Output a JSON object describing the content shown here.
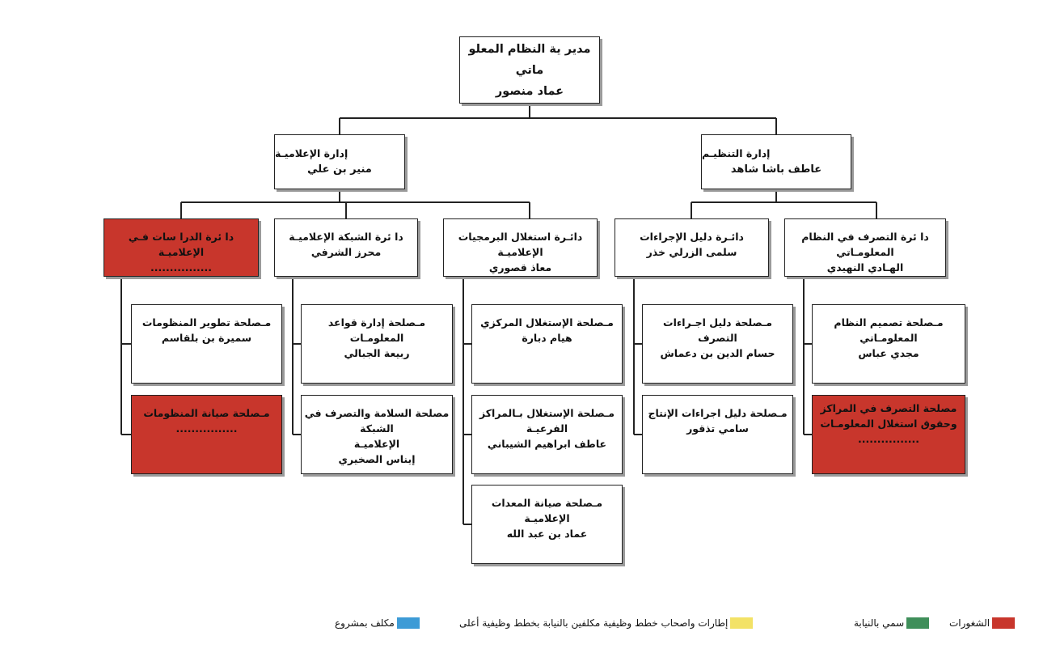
{
  "root": {
    "title": "مدير ية النظام المعلو ماتي",
    "name": "عماد منصور"
  },
  "branches": {
    "organization": {
      "title": "إدارة التنظيـم",
      "name": "عاطف باشا شاهد"
    },
    "media": {
      "title": "إدارة الإعلاميـة",
      "name": "منير بن علي"
    }
  },
  "departments": {
    "system_conduct": {
      "title": "دا ئرة التصرف في النظام المعلومـاتي",
      "name": "الهـادي النهيدي"
    },
    "procedures_guide": {
      "title": "دائـرة دليل الإجراءات",
      "name": "سلمى الزرلي خذر"
    },
    "software": {
      "title": "دائـرة استغلال البرمجيات الإعلاميـة",
      "name": "معاذ قصوري"
    },
    "network": {
      "title": "دا ئرة الشبكة الإعلاميـة",
      "name": "محرز الشرفي"
    },
    "studies": {
      "title": "دا ئرة الدرا سات فـي الإعلاميـة",
      "name": "................"
    }
  },
  "services": {
    "system_design": {
      "title": "مـصلحة تصميم النظام المعلومـاتي",
      "name": "مجدي عباس"
    },
    "centers_conduct": {
      "title": "مصلحة التصرف في المراكز",
      "line2": "وحقوق استغلال المعلومـات",
      "name": "................"
    },
    "procedures_conduct": {
      "title": "مـصلحة دليل اجـراءات التصرف",
      "name": "حسام الدين بن دعماش"
    },
    "production_procedures": {
      "title": "مـصلحة دليل اجراءات الإنتاج",
      "name": "سامي تذقور"
    },
    "central_exploitation": {
      "title": "مـصلحة الإستغلال المركزي",
      "name": "هيام دبارة"
    },
    "branch_exploitation": {
      "title": "مـصلحة الإستغلال بـالمراكز الفرعيـة",
      "name": "عاطف ابراهيم الشيباني"
    },
    "equipment_maintenance": {
      "title": "مـصلحة صيانة المعدات الإعلاميـة",
      "name": "عماد بن عبد الله"
    },
    "databases": {
      "title": "مـصلحة إدارة قواعد المعلومـات",
      "name": "ربيعة الجبالي"
    },
    "network_security": {
      "title": "مصلحة السلامة والتصرف في الشبكة",
      "line2": "الإعلاميـة",
      "name": "إيناس الصخيري"
    },
    "systems_dev": {
      "title": "مـصلحة تطوير المنظومات",
      "name": "سميرة بن بلقاسم"
    },
    "systems_maint": {
      "title": "مـصلحة صيانة المنظومات",
      "name": "................"
    }
  },
  "legend": [
    {
      "label": "الشغورات",
      "color": "#c8362c"
    },
    {
      "label": "سمي بالنيابة",
      "color": "#3f8f5a"
    },
    {
      "label": "إطارات واصحاب خطط وظيفية مكلفين بالنيابة بخطط وظيفية أعلى",
      "color": "#f3e266"
    },
    {
      "label": "مكلف بمشروع",
      "color": "#3d9bd6"
    }
  ]
}
